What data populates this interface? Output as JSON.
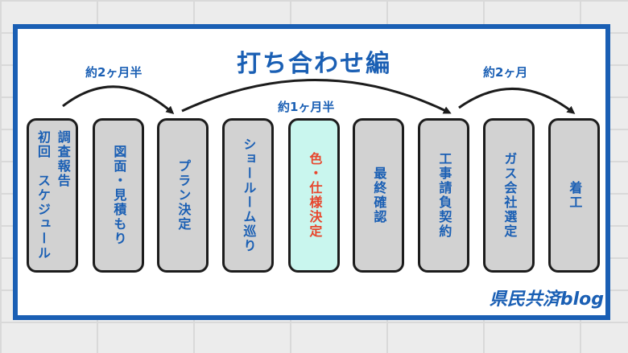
{
  "title": "打ち合わせ編",
  "periods": {
    "first": "約2ヶ月半",
    "middle": "約1ヶ月半",
    "last": "約2ヶ月"
  },
  "steps": [
    {
      "label": "調査報告\n初回　スケジュール"
    },
    {
      "label": "図面・見積もり"
    },
    {
      "label": "プラン決定"
    },
    {
      "label": "ショールーム巡り"
    },
    {
      "label": "色・仕様決定",
      "highlight": true
    },
    {
      "label": "最終確認"
    },
    {
      "label": "工事請負契約"
    },
    {
      "label": "ガス会社選定"
    },
    {
      "label": "着工"
    }
  ],
  "brand": "県民共済blog",
  "colors": {
    "accent": "#1a5fb4",
    "highlight_text": "#e8452c",
    "highlight_bg": "#c9f6ee",
    "step_bg": "#d2d2d2"
  }
}
